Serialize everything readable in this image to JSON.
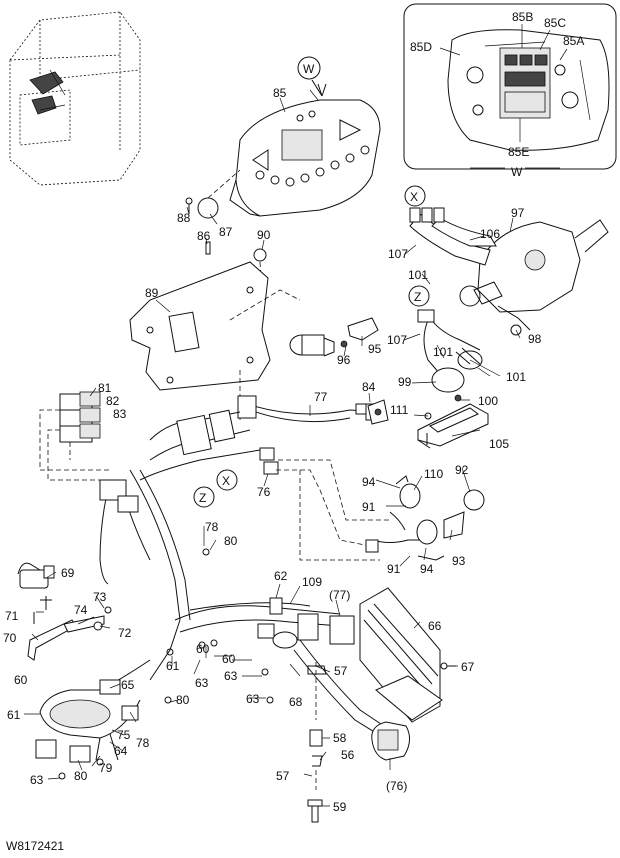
{
  "drawing_id": "W8172421",
  "detail_view": {
    "label": "W",
    "callouts": [
      "85B",
      "85C",
      "85A",
      "85D",
      "85E"
    ]
  },
  "view_marker": "W",
  "section_markers": [
    "X",
    "Z",
    "X",
    "Z"
  ],
  "callouts": {
    "c85": "85",
    "c88": "88",
    "c87": "87",
    "c86": "86",
    "c90": "90",
    "c89": "89",
    "c97": "97",
    "c106": "106",
    "c107a": "107",
    "c101a": "101",
    "c98": "98",
    "c107b": "107",
    "c101b": "101",
    "c101c": "101",
    "c99": "99",
    "c100": "100",
    "c96": "96",
    "c95": "95",
    "c81": "81",
    "c82": "82",
    "c83": "83",
    "c77": "77",
    "c84": "84",
    "c111": "111",
    "c105": "105",
    "c76a": "76",
    "c94a": "94",
    "c110": "110",
    "c92": "92",
    "c91a": "91",
    "c91b": "91",
    "c94b": "94",
    "c93": "93",
    "c78a": "78",
    "c80a": "80",
    "c69": "69",
    "c62": "62",
    "c109": "109",
    "c77b": "(77)",
    "c66": "66",
    "c71": "71",
    "c73": "73",
    "c74": "74",
    "c72": "72",
    "c70": "70",
    "c61a": "61",
    "c60a": "60",
    "c63a": "63",
    "c60b": "60",
    "c57a": "57",
    "c67": "67",
    "c60c": "60",
    "c65": "65",
    "c63b": "63",
    "c68": "68",
    "c63c": "63",
    "c80b": "80",
    "c61b": "61",
    "c78b": "78",
    "c75": "75",
    "c64": "64",
    "c58": "58",
    "c56": "56",
    "c79": "79",
    "c63d": "63",
    "c80c": "80",
    "c57b": "57",
    "c76b": "(76)",
    "c59": "59"
  }
}
